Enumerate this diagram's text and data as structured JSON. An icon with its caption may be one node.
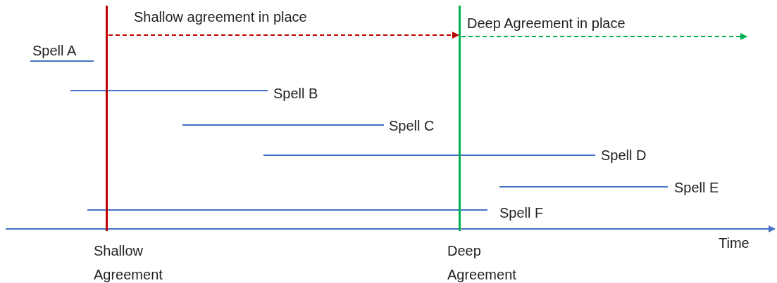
{
  "diagram": {
    "nodes": [
      {
        "text": [
          "Shallow Agreement"
        ]
      },
      {
        "text": [
          "Deep Agreement"
        ]
      }
    ],
    "edges": [
      {
        "from": 0,
        "to": 1,
        "arrow": "to",
        "label": "Shallow agreement in place",
        "style": "dashed",
        "color": "#c00000"
      },
      {
        "from": 1,
        "to": null,
        "arrow": "to",
        "label": "Deep Agreement in place",
        "style": "dashed",
        "color": "#00b050"
      }
    ],
    "labels": [
      "Spell A",
      "Spell B",
      "Spell C",
      "Spell D",
      "Spell E",
      "Spell F",
      "Time"
    ]
  }
}
